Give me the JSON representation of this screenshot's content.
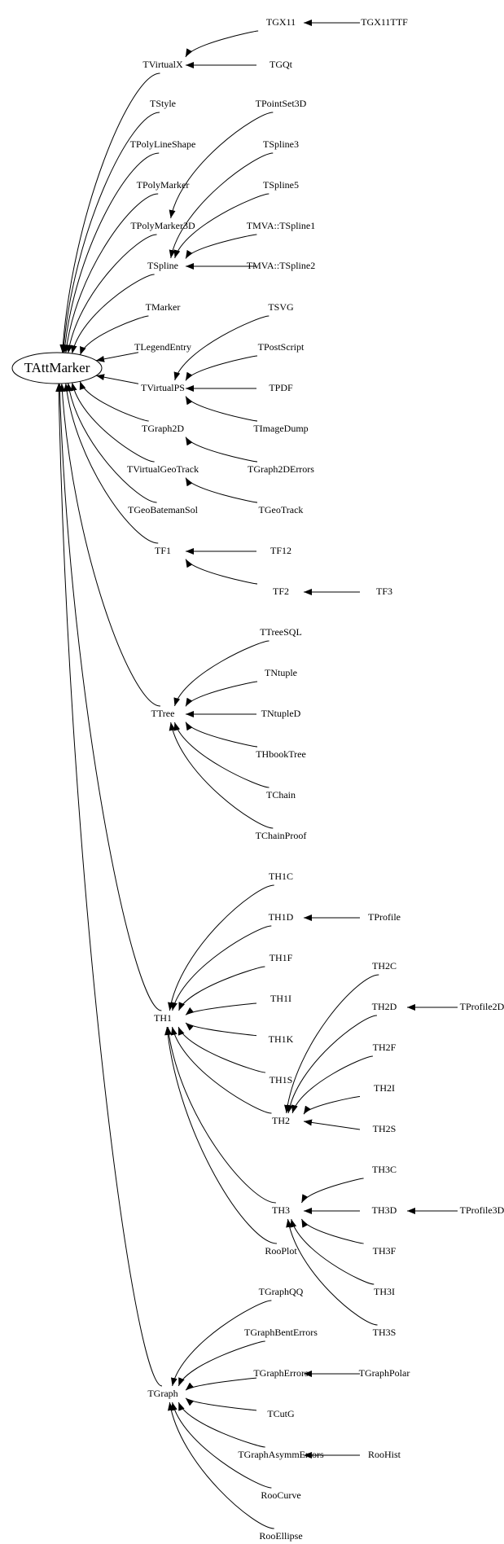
{
  "root": {
    "id": "TAttMarker",
    "label": "TAttMarker"
  },
  "nodes": [
    {
      "id": "TGX11",
      "label": "TGX11"
    },
    {
      "id": "TGX11TTF",
      "label": "TGX11TTF"
    },
    {
      "id": "TVirtualX",
      "label": "TVirtualX"
    },
    {
      "id": "TGQt",
      "label": "TGQt"
    },
    {
      "id": "TStyle",
      "label": "TStyle"
    },
    {
      "id": "TPointSet3D",
      "label": "TPointSet3D"
    },
    {
      "id": "TPolyLineShape",
      "label": "TPolyLineShape"
    },
    {
      "id": "TSpline3",
      "label": "TSpline3"
    },
    {
      "id": "TPolyMarker",
      "label": "TPolyMarker"
    },
    {
      "id": "TSpline5",
      "label": "TSpline5"
    },
    {
      "id": "TPolyMarker3D",
      "label": "TPolyMarker3D"
    },
    {
      "id": "TMVA_TSpline1",
      "label": "TMVA::TSpline1"
    },
    {
      "id": "TSpline",
      "label": "TSpline"
    },
    {
      "id": "TMVA_TSpline2",
      "label": "TMVA::TSpline2"
    },
    {
      "id": "TMarker",
      "label": "TMarker"
    },
    {
      "id": "TSVG",
      "label": "TSVG"
    },
    {
      "id": "TLegendEntry",
      "label": "TLegendEntry"
    },
    {
      "id": "TPostScript",
      "label": "TPostScript"
    },
    {
      "id": "TVirtualPS",
      "label": "TVirtualPS"
    },
    {
      "id": "TPDF",
      "label": "TPDF"
    },
    {
      "id": "TImageDump",
      "label": "TImageDump"
    },
    {
      "id": "TGraph2D",
      "label": "TGraph2D"
    },
    {
      "id": "TGraph2DErrors",
      "label": "TGraph2DErrors"
    },
    {
      "id": "TVirtualGeoTrack",
      "label": "TVirtualGeoTrack"
    },
    {
      "id": "TGeoTrack",
      "label": "TGeoTrack"
    },
    {
      "id": "TGeoBatemanSol",
      "label": "TGeoBatemanSol"
    },
    {
      "id": "TF1",
      "label": "TF1"
    },
    {
      "id": "TF12",
      "label": "TF12"
    },
    {
      "id": "TF2",
      "label": "TF2"
    },
    {
      "id": "TF3",
      "label": "TF3"
    },
    {
      "id": "TTreeSQL",
      "label": "TTreeSQL"
    },
    {
      "id": "TNtuple",
      "label": "TNtuple"
    },
    {
      "id": "TTree",
      "label": "TTree"
    },
    {
      "id": "TNtupleD",
      "label": "TNtupleD"
    },
    {
      "id": "THbookTree",
      "label": "THbookTree"
    },
    {
      "id": "TChain",
      "label": "TChain"
    },
    {
      "id": "TChainProof",
      "label": "TChainProof"
    },
    {
      "id": "TH1C",
      "label": "TH1C"
    },
    {
      "id": "TH1D",
      "label": "TH1D"
    },
    {
      "id": "TProfile",
      "label": "TProfile"
    },
    {
      "id": "TH1F",
      "label": "TH1F"
    },
    {
      "id": "TH2C",
      "label": "TH2C"
    },
    {
      "id": "TH1I",
      "label": "TH1I"
    },
    {
      "id": "TH2D",
      "label": "TH2D"
    },
    {
      "id": "TProfile2D",
      "label": "TProfile2D"
    },
    {
      "id": "TH1",
      "label": "TH1"
    },
    {
      "id": "TH1K",
      "label": "TH1K"
    },
    {
      "id": "TH2F",
      "label": "TH2F"
    },
    {
      "id": "TH1S",
      "label": "TH1S"
    },
    {
      "id": "TH2I",
      "label": "TH2I"
    },
    {
      "id": "TH2",
      "label": "TH2"
    },
    {
      "id": "TH2S",
      "label": "TH2S"
    },
    {
      "id": "TH3C",
      "label": "TH3C"
    },
    {
      "id": "TH3",
      "label": "TH3"
    },
    {
      "id": "TH3D",
      "label": "TH3D"
    },
    {
      "id": "TProfile3D",
      "label": "TProfile3D"
    },
    {
      "id": "RooPlot",
      "label": "RooPlot"
    },
    {
      "id": "TH3F",
      "label": "TH3F"
    },
    {
      "id": "TH3I",
      "label": "TH3I"
    },
    {
      "id": "TH3S",
      "label": "TH3S"
    },
    {
      "id": "TGraphQQ",
      "label": "TGraphQQ"
    },
    {
      "id": "TGraphBentErrors",
      "label": "TGraphBentErrors"
    },
    {
      "id": "TGraphErrors",
      "label": "TGraphErrors"
    },
    {
      "id": "TGraphPolar",
      "label": "TGraphPolar"
    },
    {
      "id": "TGraph",
      "label": "TGraph"
    },
    {
      "id": "TCutG",
      "label": "TCutG"
    },
    {
      "id": "TGraphAsymmErrors",
      "label": "TGraphAsymmErrors"
    },
    {
      "id": "RooHist",
      "label": "RooHist"
    },
    {
      "id": "RooCurve",
      "label": "RooCurve"
    },
    {
      "id": "RooEllipse",
      "label": "RooEllipse"
    }
  ],
  "edges": [
    [
      "TGX11TTF",
      "TGX11"
    ],
    [
      "TGX11",
      "TVirtualX"
    ],
    [
      "TGQt",
      "TVirtualX"
    ],
    [
      "TVirtualX",
      "TAttMarker"
    ],
    [
      "TStyle",
      "TAttMarker"
    ],
    [
      "TPolyLineShape",
      "TAttMarker"
    ],
    [
      "TPolyMarker",
      "TAttMarker"
    ],
    [
      "TPolyMarker3D",
      "TAttMarker"
    ],
    [
      "TPointSet3D",
      "TPolyMarker3D"
    ],
    [
      "TSpline3",
      "TSpline"
    ],
    [
      "TSpline5",
      "TSpline"
    ],
    [
      "TMVA_TSpline1",
      "TSpline"
    ],
    [
      "TMVA_TSpline2",
      "TSpline"
    ],
    [
      "TSpline",
      "TAttMarker"
    ],
    [
      "TMarker",
      "TAttMarker"
    ],
    [
      "TLegendEntry",
      "TAttMarker"
    ],
    [
      "TSVG",
      "TVirtualPS"
    ],
    [
      "TPostScript",
      "TVirtualPS"
    ],
    [
      "TPDF",
      "TVirtualPS"
    ],
    [
      "TImageDump",
      "TVirtualPS"
    ],
    [
      "TVirtualPS",
      "TAttMarker"
    ],
    [
      "TGraph2DErrors",
      "TGraph2D"
    ],
    [
      "TGraph2D",
      "TAttMarker"
    ],
    [
      "TGeoTrack",
      "TVirtualGeoTrack"
    ],
    [
      "TVirtualGeoTrack",
      "TAttMarker"
    ],
    [
      "TGeoBatemanSol",
      "TAttMarker"
    ],
    [
      "TF12",
      "TF1"
    ],
    [
      "TF3",
      "TF2"
    ],
    [
      "TF2",
      "TF1"
    ],
    [
      "TF1",
      "TAttMarker"
    ],
    [
      "TTreeSQL",
      "TTree"
    ],
    [
      "TNtuple",
      "TTree"
    ],
    [
      "TNtupleD",
      "TTree"
    ],
    [
      "THbookTree",
      "TTree"
    ],
    [
      "TChain",
      "TTree"
    ],
    [
      "TChainProof",
      "TTree"
    ],
    [
      "TTree",
      "TAttMarker"
    ],
    [
      "TProfile",
      "TH1D"
    ],
    [
      "TH1C",
      "TH1"
    ],
    [
      "TH1D",
      "TH1"
    ],
    [
      "TH1F",
      "TH1"
    ],
    [
      "TH1I",
      "TH1"
    ],
    [
      "TH1K",
      "TH1"
    ],
    [
      "TH1S",
      "TH1"
    ],
    [
      "TProfile2D",
      "TH2D"
    ],
    [
      "TH2C",
      "TH2"
    ],
    [
      "TH2D",
      "TH2"
    ],
    [
      "TH2F",
      "TH2"
    ],
    [
      "TH2I",
      "TH2"
    ],
    [
      "TH2S",
      "TH2"
    ],
    [
      "TH2",
      "TH1"
    ],
    [
      "TProfile3D",
      "TH3D"
    ],
    [
      "TH3C",
      "TH3"
    ],
    [
      "TH3D",
      "TH3"
    ],
    [
      "TH3F",
      "TH3"
    ],
    [
      "TH3I",
      "TH3"
    ],
    [
      "TH3S",
      "TH3"
    ],
    [
      "TH3",
      "TH1"
    ],
    [
      "RooPlot",
      "TH1"
    ],
    [
      "TH1",
      "TAttMarker"
    ],
    [
      "TGraphPolar",
      "TGraphErrors"
    ],
    [
      "RooHist",
      "TGraphAsymmErrors"
    ],
    [
      "TGraphQQ",
      "TGraph"
    ],
    [
      "TGraphBentErrors",
      "TGraph"
    ],
    [
      "TGraphErrors",
      "TGraph"
    ],
    [
      "TCutG",
      "TGraph"
    ],
    [
      "TGraphAsymmErrors",
      "TGraph"
    ],
    [
      "RooCurve",
      "TGraph"
    ],
    [
      "RooEllipse",
      "TGraph"
    ],
    [
      "TGraph",
      "TAttMarker"
    ]
  ]
}
